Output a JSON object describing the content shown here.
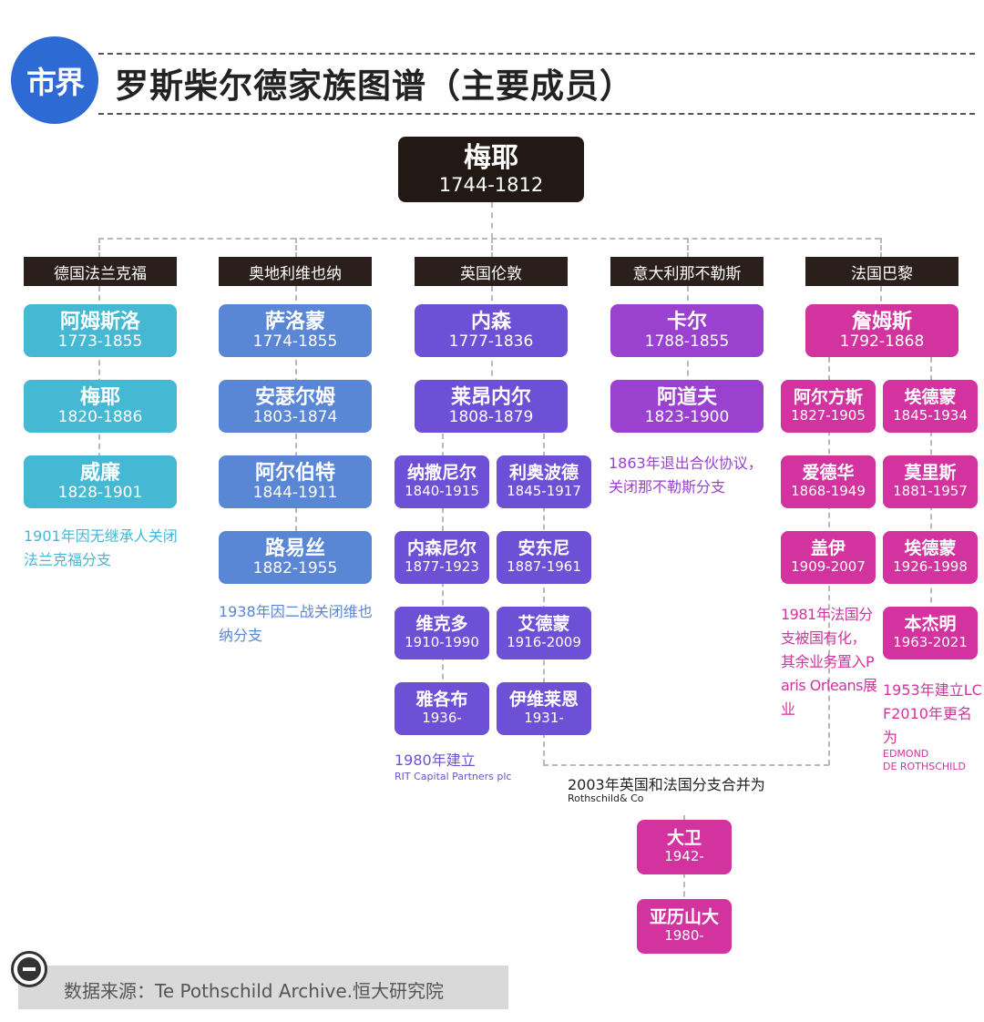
{
  "header": {
    "logo": "市界",
    "title": "罗斯柴尔德家族图谱（主要成员）"
  },
  "root": {
    "name": "梅耶",
    "years": "1744-1812"
  },
  "branches": {
    "frankfurt": {
      "label": "德国法兰克福",
      "members": [
        {
          "name": "阿姆斯洛",
          "years": "1773-1855"
        },
        {
          "name": "梅耶",
          "years": "1820-1886"
        },
        {
          "name": "威廉",
          "years": "1828-1901"
        }
      ],
      "note": "1901年因无继承人关闭法兰克福分支"
    },
    "vienna": {
      "label": "奥地利维也纳",
      "members": [
        {
          "name": "萨洛蒙",
          "years": "1774-1855"
        },
        {
          "name": "安瑟尔姆",
          "years": "1803-1874"
        },
        {
          "name": "阿尔伯特",
          "years": "1844-1911"
        },
        {
          "name": "路易丝",
          "years": "1882-1955"
        }
      ],
      "note": "1938年因二战关闭维也纳分支"
    },
    "london": {
      "label": "英国伦敦",
      "members": [
        {
          "name": "内森",
          "years": "1777-1836"
        },
        {
          "name": "莱昂内尔",
          "years": "1808-1879"
        }
      ],
      "left": [
        {
          "name": "纳撒尼尔",
          "years": "1840-1915"
        },
        {
          "name": "内森尼尔",
          "years": "1877-1923"
        },
        {
          "name": "维克多",
          "years": "1910-1990"
        },
        {
          "name": "雅各布",
          "years": "1936-"
        }
      ],
      "right": [
        {
          "name": "利奥波德",
          "years": "1845-1917"
        },
        {
          "name": "安东尼",
          "years": "1887-1961"
        },
        {
          "name": "艾德蒙",
          "years": "1916-2009"
        },
        {
          "name": "伊维莱恩",
          "years": "1931-"
        }
      ],
      "note": "1980年建立",
      "note_small": "RIT Capital Partners plc"
    },
    "naples": {
      "label": "意大利那不勒斯",
      "members": [
        {
          "name": "卡尔",
          "years": "1788-1855"
        },
        {
          "name": "阿道夫",
          "years": "1823-1900"
        }
      ],
      "note": "1863年退出合伙协议，关闭那不勒斯分支"
    },
    "paris": {
      "label": "法国巴黎",
      "members": [
        {
          "name": "詹姆斯",
          "years": "1792-1868"
        }
      ],
      "left": [
        {
          "name": "阿尔方斯",
          "years": "1827-1905"
        },
        {
          "name": "爱德华",
          "years": "1868-1949"
        },
        {
          "name": "盖伊",
          "years": "1909-2007"
        }
      ],
      "right": [
        {
          "name": "埃德蒙",
          "years": "1845-1934"
        },
        {
          "name": "莫里斯",
          "years": "1881-1957"
        },
        {
          "name": "埃德蒙",
          "years": "1926-1998"
        },
        {
          "name": "本杰明",
          "years": "1963-2021"
        }
      ],
      "note_left": "1981年法国分支被国有化，其余业务置入Paris Orleans展业",
      "note_right": "1953年建立LCF2010年更名为",
      "note_right_small_1": "EDMOND",
      "note_right_small_2": "DE ROTHSCHILD"
    }
  },
  "merger": {
    "note": "2003年英国和法国分支合并为",
    "note_small": "Rothschild& Co",
    "members": [
      {
        "name": "大卫",
        "years": "1942-"
      },
      {
        "name": "亚历山大",
        "years": "1980-"
      }
    ]
  },
  "footer": {
    "source": "数据来源：Te Pothschild Archive.恒大研究院"
  },
  "colors": {
    "frankfurt": "#45b8d3",
    "vienna": "#5a86d6",
    "london": "#6e50d6",
    "naples": "#9b41cf",
    "paris": "#d2339f",
    "header_bg": "#2a1f1a",
    "logo": "#2e6ad4"
  }
}
